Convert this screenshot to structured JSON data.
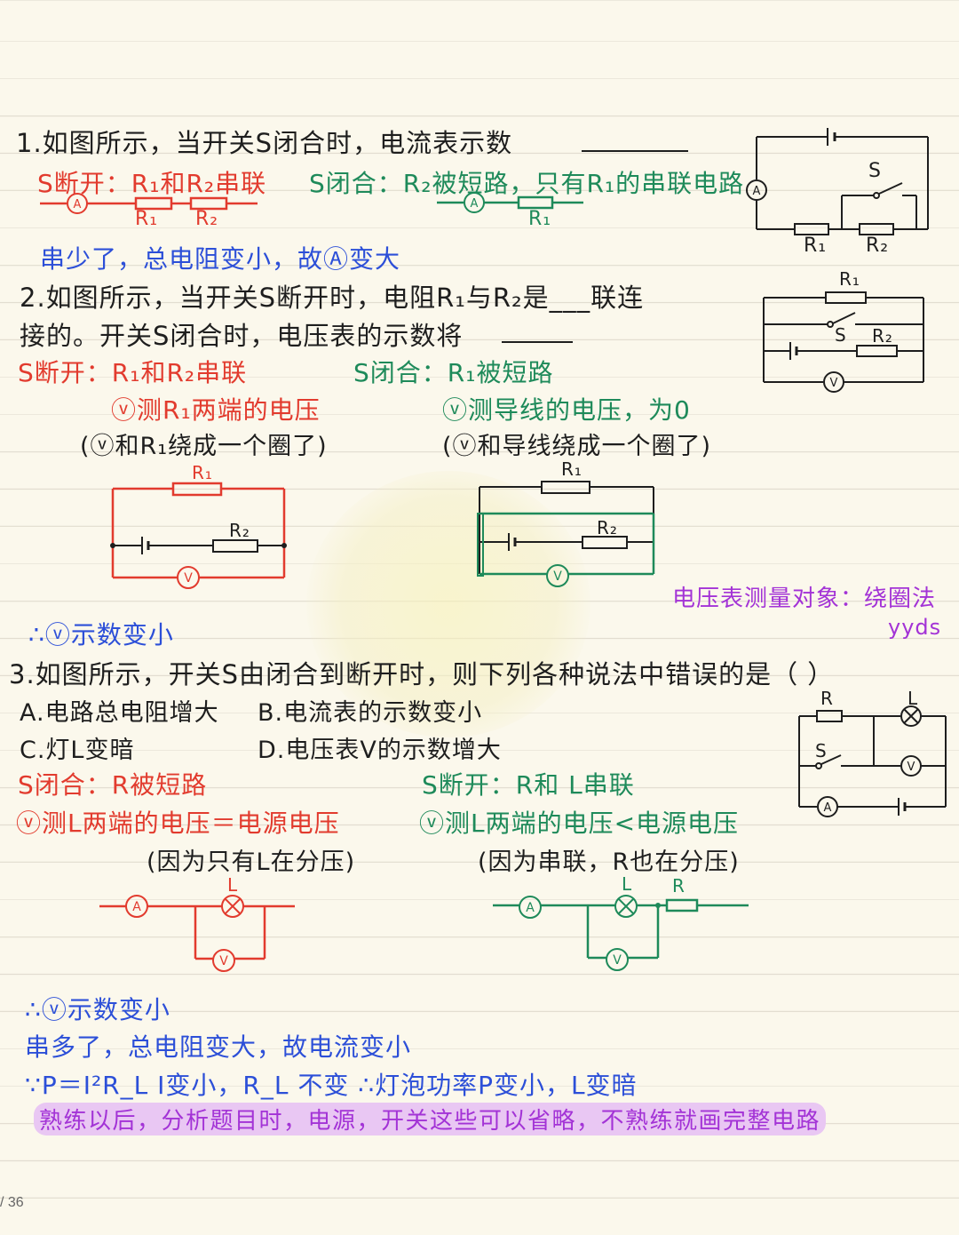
{
  "q1": {
    "question": "1.如图所示，当开关S闭合时，电流表示数",
    "open_note": "S断开：R₁和R₂串联",
    "closed_note": "S闭合：R₂被短路，只有R₁的串联电路",
    "conclusion": "串少了，总电阻变小，故Ⓐ变大",
    "labels": {
      "r1": "R₁",
      "r2": "R₂",
      "s": "S",
      "a": "A"
    }
  },
  "q2": {
    "question_line1": "2.如图所示，当开关S断开时，电阻R₁与R₂是___联连",
    "question_line2": "接的。开关S闭合时，电压表的示数将",
    "open_note": "S断开：R₁和R₂串联",
    "closed_note": "S闭合：R₁被短路",
    "open_measure": "ⓥ测R₁两端的电压",
    "closed_measure": "ⓥ测导线的电压，为0",
    "open_loop": "(ⓥ和R₁绕成一个圈了)",
    "closed_loop": "(ⓥ和导线绕成一个圈了)",
    "tip": "电压表测量对象：绕圈法",
    "tip_yyds": "yyds",
    "conclusion": "∴ⓥ示数变小",
    "labels": {
      "r1": "R₁",
      "r2": "R₂",
      "s": "S",
      "v": "V"
    }
  },
  "q3": {
    "question": "3.如图所示，开关S由闭合到断开时，则下列各种说法中错误的是（   ）",
    "option_a": "A.电路总电阻增大",
    "option_b": "B.电流表的示数变小",
    "option_c": "C.灯L变暗",
    "option_d": "D.电压表V的示数增大",
    "closed_note": "S闭合：R被短路",
    "open_note": "S断开：R和 L串联",
    "closed_measure": "ⓥ测L两端的电压＝电源电压",
    "open_measure": "ⓥ测L两端的电压<电源电压",
    "closed_reason": "(因为只有L在分压)",
    "open_reason": "(因为串联，R也在分压)",
    "conclusion1": "∴ⓥ示数变小",
    "conclusion2": "串多了，总电阻变大，故电流变小",
    "conclusion3": "∵P＝I²R_L  I变小，R_L 不变   ∴灯泡功率P变小，L变暗",
    "labels": {
      "r": "R",
      "l": "L",
      "s": "S",
      "a": "A",
      "v": "V"
    }
  },
  "footer_note": "熟练以后，分析题目时，电源，开关这些可以省略，不熟练就画完整电路",
  "page_indicator": "/ 36",
  "colors": {
    "red": "#e23b2e",
    "green": "#1e8a5a",
    "blue": "#2c4fd8",
    "purple": "#a333d6",
    "ink": "#1e1e1e"
  }
}
